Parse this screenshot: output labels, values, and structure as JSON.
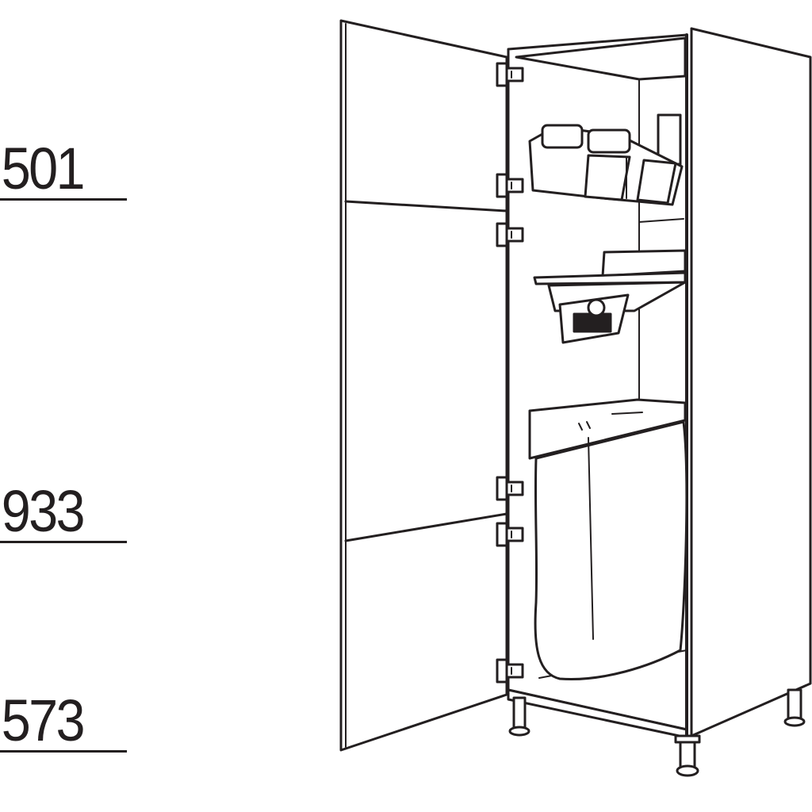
{
  "dimensions": [
    {
      "label": "501"
    },
    {
      "label": "933"
    },
    {
      "label": "573"
    }
  ],
  "colors": {
    "line": "#231f20",
    "background": "#ffffff"
  },
  "icons": [
    "hinge-icon",
    "cleaning-caddy-icon",
    "dustpan-brush-icon",
    "laundry-bag-icon",
    "adjustable-foot-icon"
  ]
}
